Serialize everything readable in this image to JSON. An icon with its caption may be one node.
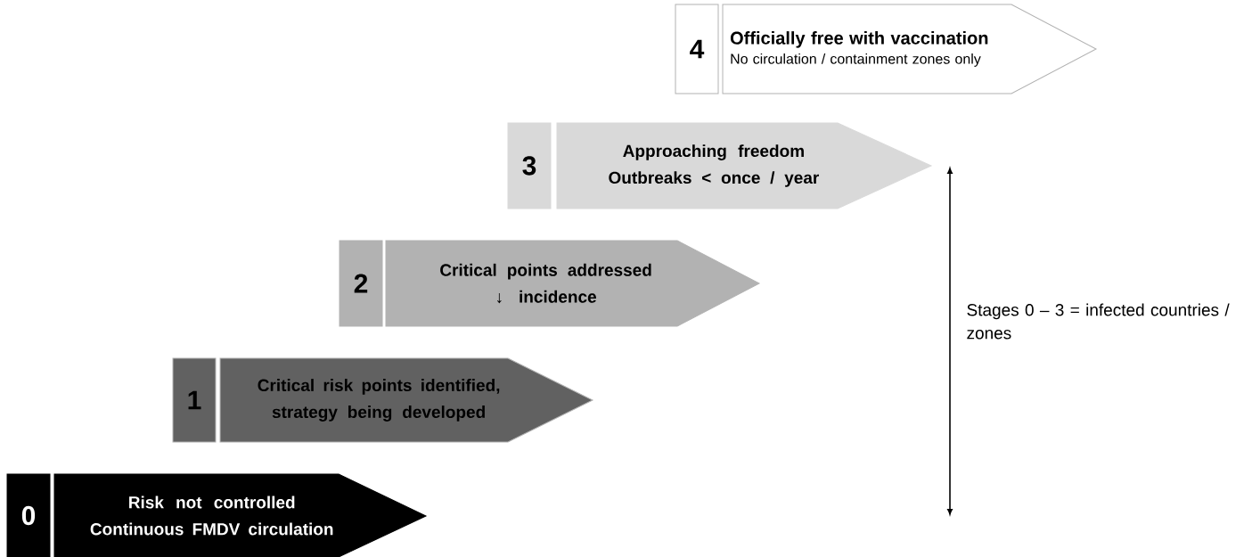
{
  "diagram": {
    "nodes": [
      {
        "text": [
          "4"
        ]
      },
      {
        "text": [
          "Officially free with vaccination",
          "No circulation / containment zones only"
        ]
      },
      {
        "text": [
          "3"
        ]
      },
      {
        "text": [
          "Approaching freedom",
          "Outbreaks < once / year"
        ]
      },
      {
        "text": [
          "2"
        ]
      },
      {
        "text": [
          "Critical points addressed",
          "↓ incidence"
        ]
      },
      {
        "text": [
          "1"
        ]
      },
      {
        "text": [
          "Critical risk points identified, strategy being developed"
        ]
      },
      {
        "text": [
          "0"
        ]
      },
      {
        "text": [
          "Risk not controlled",
          "Continuous FMDV circulation"
        ]
      }
    ],
    "edges": [],
    "labels": [
      "Stages 0 – 3 = infected countries / zones"
    ]
  }
}
